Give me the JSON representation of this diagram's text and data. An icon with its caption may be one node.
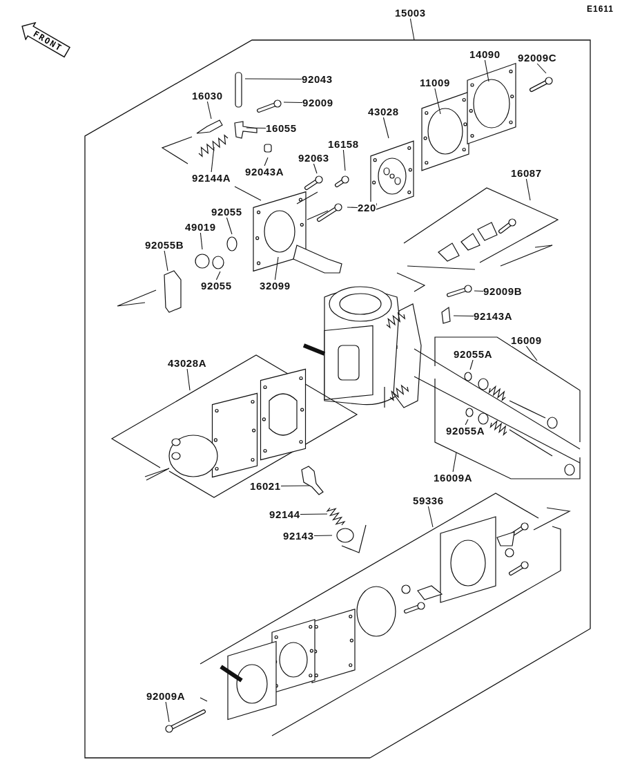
{
  "diagram": {
    "nodes": [
      {
        "text": [
          "FRONT"
        ]
      },
      {
        "text": [
          "15003"
        ]
      },
      {
        "text": [
          "92043"
        ]
      },
      {
        "text": [
          "16030"
        ]
      },
      {
        "text": [
          "92009"
        ]
      },
      {
        "text": [
          "16055"
        ]
      },
      {
        "text": [
          "92144A"
        ]
      },
      {
        "text": [
          "92043A"
        ]
      },
      {
        "text": [
          "92063"
        ]
      },
      {
        "text": [
          "16158"
        ]
      },
      {
        "text": [
          "43028"
        ]
      },
      {
        "text": [
          "11009"
        ]
      },
      {
        "text": [
          "14090"
        ]
      },
      {
        "text": [
          "92009C"
        ]
      },
      {
        "text": [
          "220"
        ]
      },
      {
        "text": [
          "16087"
        ]
      },
      {
        "text": [
          "92055"
        ]
      },
      {
        "text": [
          "49019"
        ]
      },
      {
        "text": [
          "92055B"
        ]
      },
      {
        "text": [
          "92055"
        ]
      },
      {
        "text": [
          "32099"
        ]
      },
      {
        "text": [
          "92009B"
        ]
      },
      {
        "text": [
          "92143A"
        ]
      },
      {
        "text": [
          "16009"
        ]
      },
      {
        "text": [
          "92055A"
        ]
      },
      {
        "text": [
          "43028A"
        ]
      },
      {
        "text": [
          "92055A"
        ]
      },
      {
        "text": [
          "16009A"
        ]
      },
      {
        "text": [
          "16021"
        ]
      },
      {
        "text": [
          "59336"
        ]
      },
      {
        "text": [
          "92144"
        ]
      },
      {
        "text": [
          "92143"
        ]
      },
      {
        "text": [
          "92009A"
        ]
      }
    ],
    "edges": [
      {
        "from": 1,
        "to": null,
        "arrow": "none"
      },
      {
        "from": 2,
        "to": null,
        "arrow": "none"
      },
      {
        "from": 3,
        "to": null,
        "arrow": "none"
      },
      {
        "from": 4,
        "to": null,
        "arrow": "none"
      },
      {
        "from": 5,
        "to": null,
        "arrow": "none"
      },
      {
        "from": 6,
        "to": null,
        "arrow": "none"
      },
      {
        "from": 7,
        "to": null,
        "arrow": "none"
      },
      {
        "from": 8,
        "to": null,
        "arrow": "none"
      },
      {
        "from": 9,
        "to": null,
        "arrow": "none"
      },
      {
        "from": 10,
        "to": null,
        "arrow": "none"
      },
      {
        "from": 11,
        "to": null,
        "arrow": "none"
      },
      {
        "from": 12,
        "to": null,
        "arrow": "none"
      },
      {
        "from": 13,
        "to": null,
        "arrow": "none"
      },
      {
        "from": 14,
        "to": null,
        "arrow": "none"
      },
      {
        "from": 15,
        "to": null,
        "arrow": "none"
      },
      {
        "from": 16,
        "to": null,
        "arrow": "none"
      },
      {
        "from": 17,
        "to": null,
        "arrow": "none"
      },
      {
        "from": 18,
        "to": null,
        "arrow": "none"
      },
      {
        "from": 19,
        "to": null,
        "arrow": "none"
      },
      {
        "from": 20,
        "to": null,
        "arrow": "none"
      },
      {
        "from": 21,
        "to": null,
        "arrow": "none"
      },
      {
        "from": 22,
        "to": null,
        "arrow": "none"
      },
      {
        "from": 23,
        "to": null,
        "arrow": "none"
      },
      {
        "from": 24,
        "to": null,
        "arrow": "none"
      },
      {
        "from": 25,
        "to": null,
        "arrow": "none"
      },
      {
        "from": 26,
        "to": null,
        "arrow": "none"
      },
      {
        "from": 27,
        "to": null,
        "arrow": "none"
      },
      {
        "from": 28,
        "to": null,
        "arrow": "none"
      },
      {
        "from": 29,
        "to": null,
        "arrow": "none"
      },
      {
        "from": 30,
        "to": null,
        "arrow": "none"
      },
      {
        "from": 31,
        "to": null,
        "arrow": "none"
      },
      {
        "from": 32,
        "to": null,
        "arrow": "none"
      }
    ],
    "labels": [
      "E1611"
    ]
  }
}
